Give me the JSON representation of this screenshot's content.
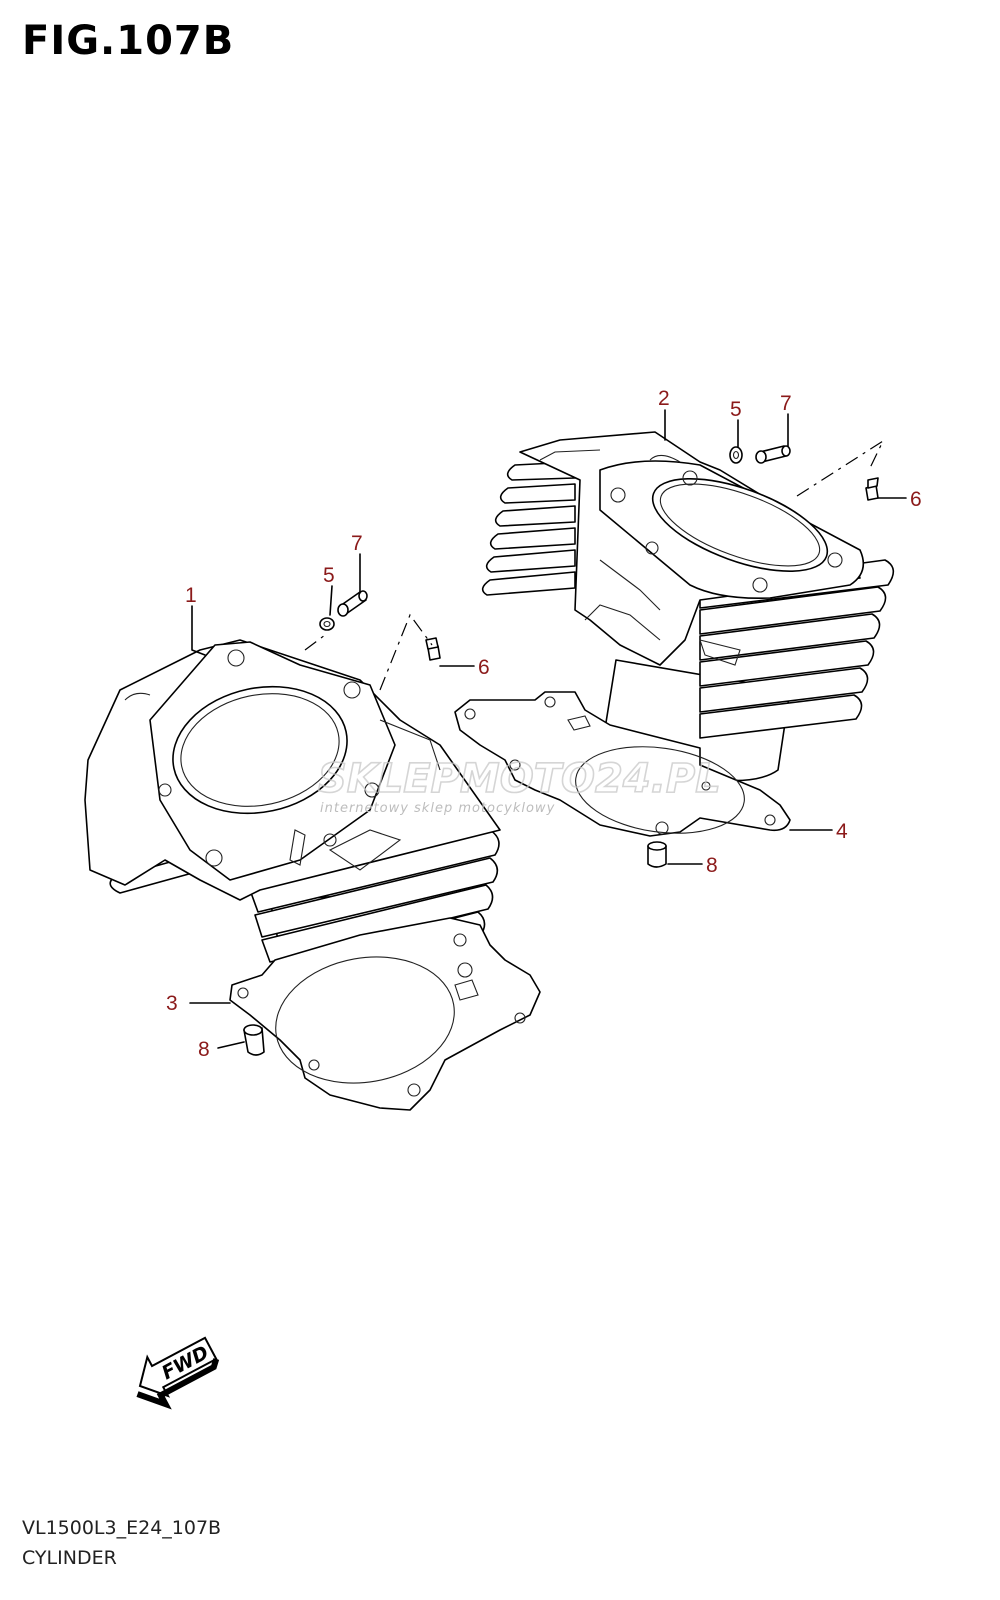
{
  "figure": {
    "title": "FIG.107B"
  },
  "footer": {
    "model_code": "VL1500L3_E24_107B",
    "section_name": "CYLINDER"
  },
  "watermark": {
    "main_text": "SKLEPMOTO24.PL",
    "sub_text": "internetowy sklep motocyklowy"
  },
  "fwd_arrow": {
    "label": "FWD"
  },
  "callouts": [
    "1",
    "2",
    "3",
    "4",
    "5",
    "5",
    "6",
    "6",
    "7",
    "7",
    "8",
    "8"
  ],
  "colors": {
    "callout": "#8b1a1a",
    "line_art": "#000000",
    "watermark": "#c8c8c8"
  },
  "icons": {
    "fwd": "forward-direction-arrow-icon"
  }
}
